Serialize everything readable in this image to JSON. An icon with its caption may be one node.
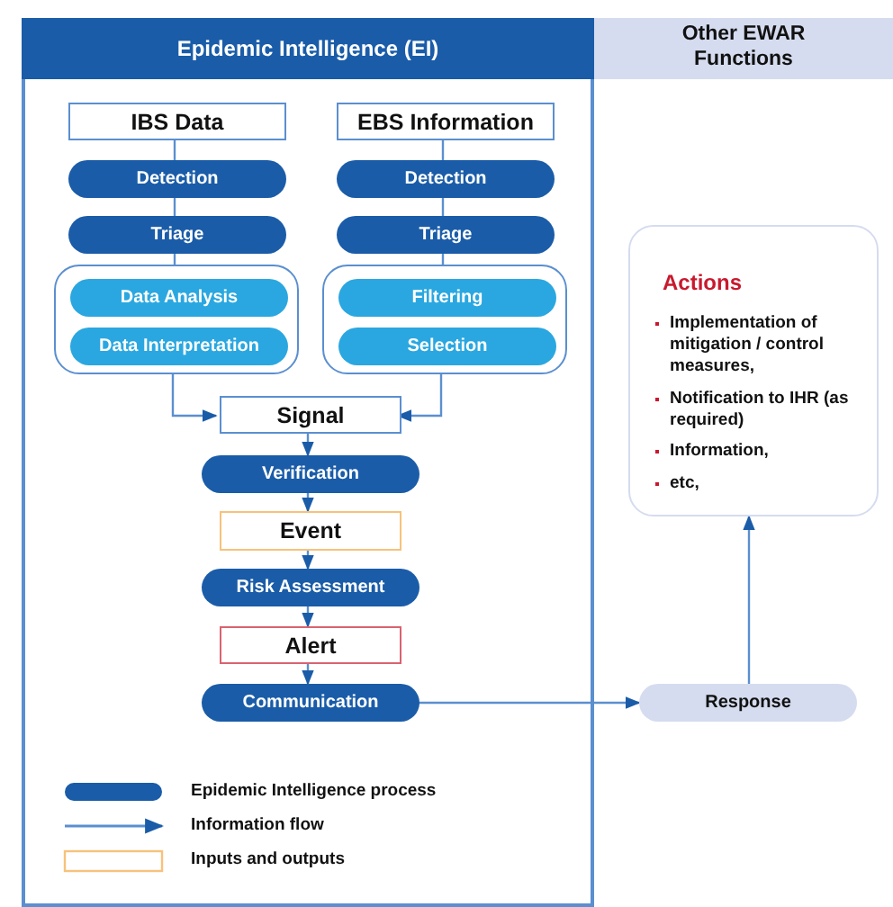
{
  "diagram": {
    "nodes": [
      {
        "text": [
          "Epidemic Intelligence (EI)"
        ]
      },
      {
        "text": [
          "Other EWAR Functions"
        ]
      },
      {
        "text": [
          "IBS Data"
        ],
        "in": 0
      },
      {
        "text": [
          "EBS Information"
        ],
        "in": 0
      },
      {
        "text": [
          "Detection"
        ],
        "in": 0
      },
      {
        "text": [
          "Detection"
        ],
        "in": 0
      },
      {
        "text": [
          "Triage"
        ],
        "in": 0
      },
      {
        "text": [
          "Triage"
        ],
        "in": 0
      },
      {
        "text": [],
        "shape": "box",
        "in": 0
      },
      {
        "text": [
          "Data Analysis"
        ],
        "in": 8
      },
      {
        "text": [
          "Data Interpretation"
        ],
        "in": 8
      },
      {
        "text": [],
        "shape": "box",
        "in": 0
      },
      {
        "text": [
          "Filtering"
        ],
        "in": 11
      },
      {
        "text": [
          "Selection"
        ],
        "in": 11
      },
      {
        "text": [
          "Signal"
        ],
        "in": 0
      },
      {
        "text": [
          "Verification"
        ],
        "in": 0
      },
      {
        "text": [
          "Event"
        ],
        "in": 0
      },
      {
        "text": [
          "Risk Assessment"
        ],
        "in": 0
      },
      {
        "text": [
          "Alert"
        ],
        "in": 0
      },
      {
        "text": [
          "Communication"
        ],
        "in": 0
      },
      {
        "text": [
          "Actions",
          "Implementation of mitigation / control measures,",
          "Notification to IHR (as required)",
          "Information,",
          "etc,"
        ]
      },
      {
        "text": [
          "Response"
        ]
      }
    ],
    "edges": [
      {
        "from": 2,
        "to": 4,
        "arrow": "none"
      },
      {
        "from": 4,
        "to": 6,
        "arrow": "none"
      },
      {
        "from": 6,
        "to": 8,
        "arrow": "none"
      },
      {
        "from": 8,
        "to": 14,
        "arrow": "to"
      },
      {
        "from": 3,
        "to": 5,
        "arrow": "none"
      },
      {
        "from": 5,
        "to": 7,
        "arrow": "none"
      },
      {
        "from": 7,
        "to": 11,
        "arrow": "none"
      },
      {
        "from": 11,
        "to": 14,
        "arrow": "to"
      },
      {
        "from": 14,
        "to": 15,
        "arrow": "to"
      },
      {
        "from": 15,
        "to": 16,
        "arrow": "to"
      },
      {
        "from": 16,
        "to": 17,
        "arrow": "to"
      },
      {
        "from": 17,
        "to": 18,
        "arrow": "to"
      },
      {
        "from": 18,
        "to": 19,
        "arrow": "to"
      },
      {
        "from": 19,
        "to": 21,
        "arrow": "to"
      },
      {
        "from": 21,
        "to": 20,
        "arrow": "to"
      }
    ],
    "legend": [
      {
        "text": "Epidemic Intelligence process",
        "color": "#1a5ca8"
      },
      {
        "text": "Information flow"
      },
      {
        "text": "Inputs and outputs"
      }
    ]
  }
}
